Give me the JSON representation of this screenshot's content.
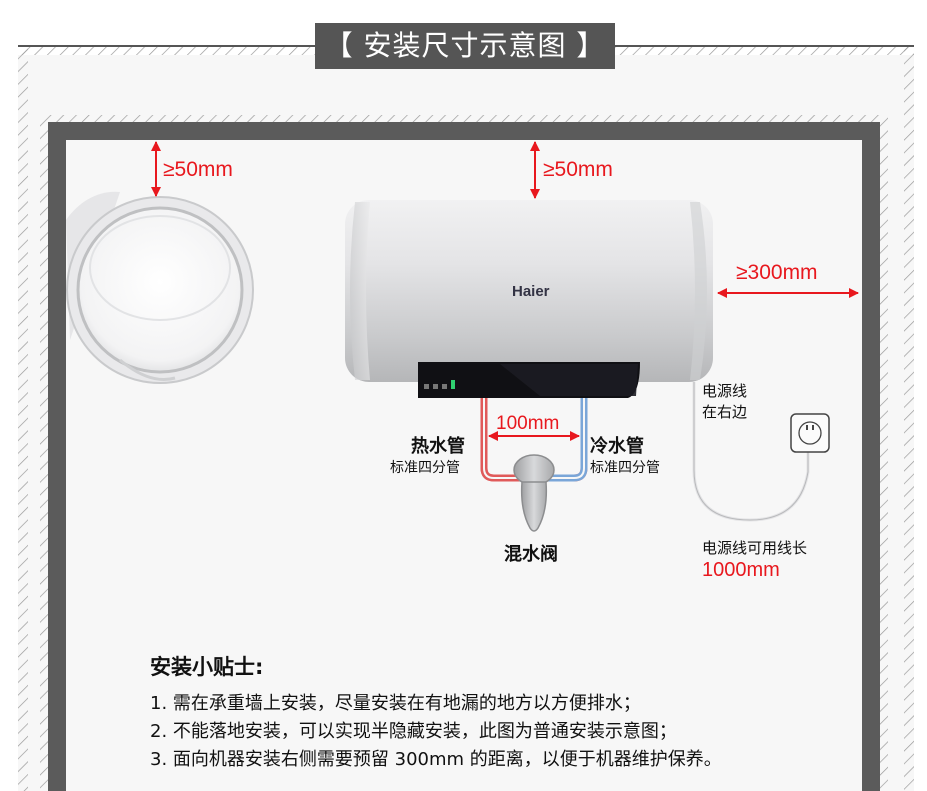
{
  "title": "【 安装尺寸示意图 】",
  "clearances": {
    "left_top": "≥50mm",
    "top": "≥50mm",
    "right": "≥300mm",
    "pipe_gap": "100mm"
  },
  "heater": {
    "brand": "Haier"
  },
  "pipes": {
    "hot": "热水管",
    "hot_spec": "标准四分管",
    "cold": "冷水管",
    "cold_spec": "标准四分管",
    "valve": "混水阀"
  },
  "power": {
    "side_line1": "电源线",
    "side_line2": "在右边",
    "length_label": "电源线可用线长",
    "length_value": "1000mm"
  },
  "tips": {
    "heading": "安装小贴士:",
    "items": [
      "1. 需在承重墙上安装，尽量安装在有地漏的地方以方便排水；",
      "2. 不能落地安装，可以实现半隐藏安装，此图为普通安装示意图；",
      "3. 面向机器安装右侧需要预留 300mm 的距离，以便于机器维护保养。"
    ]
  },
  "colors": {
    "wall": "#5b5b5b",
    "dimension": "#e8181e",
    "hot_pipe": "#e05a5a",
    "cold_pipe": "#7aa6d8",
    "title_bg": "#555555"
  },
  "icons": [
    "washing-machine-icon",
    "power-socket-icon",
    "mixing-valve-icon",
    "water-heater-icon"
  ]
}
